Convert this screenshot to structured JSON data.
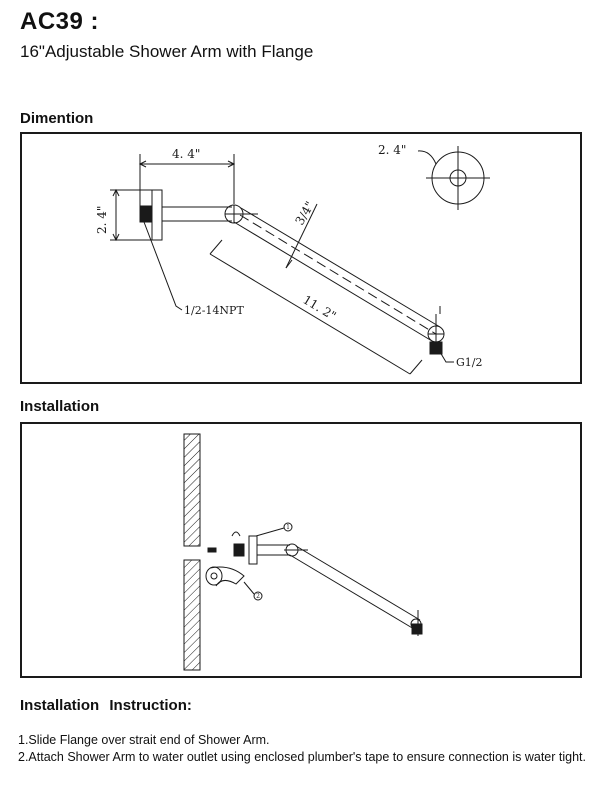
{
  "header": {
    "model": "AC39 :",
    "description": "16\"Adjustable Shower Arm with Flange"
  },
  "dimension_section": {
    "title": "Dimention",
    "labels": {
      "arm_length_horizontal": "4. 4\"",
      "flange_height": "2. 4\"",
      "flange_diameter": "2. 4\"",
      "pipe_diameter": "3/4\"",
      "arm_length": "11. 2\"",
      "inlet_thread": "1/2-14NPT",
      "outlet_thread": "G1/2"
    }
  },
  "installation_section": {
    "title": "Installation",
    "callouts": [
      "1",
      "2"
    ]
  },
  "instructions": {
    "title_word1": "Installation",
    "title_word2": "Instruction:",
    "steps": [
      "1.Slide Flange over strait end of Shower Arm.",
      "2.Attach Shower Arm to water outlet using enclosed plumber's tape to ensure connection is water tight."
    ]
  },
  "colors": {
    "line": "#1a1a1a",
    "background": "#ffffff"
  }
}
